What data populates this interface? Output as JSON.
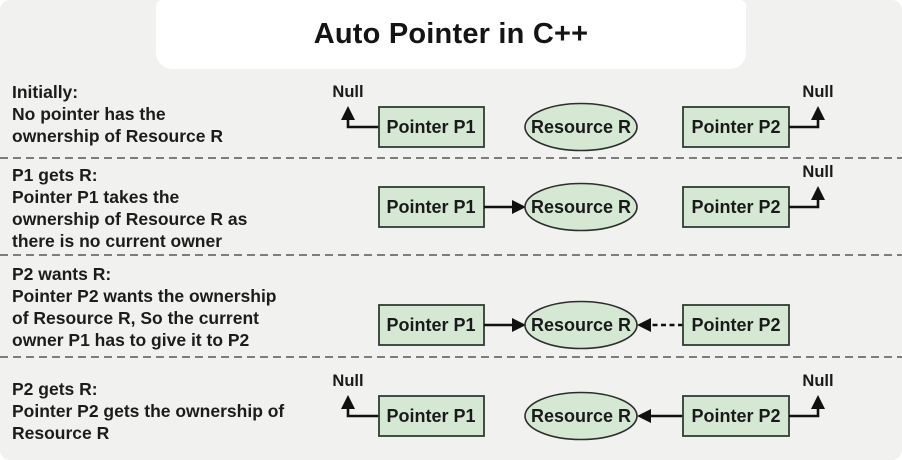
{
  "title": "Auto Pointer in C++",
  "shapes": {
    "pointer_p1": "Pointer P1",
    "pointer_p2": "Pointer P2",
    "resource": "Resource R",
    "null_label": "Null"
  },
  "rows": [
    {
      "lines": [
        "Initially:",
        "No pointer has the",
        "ownership of Resource R"
      ],
      "diagram": {
        "p1": "points to Null",
        "p2": "points to Null",
        "arrows": []
      }
    },
    {
      "lines": [
        "P1 gets R:",
        "Pointer P1 takes the",
        "ownership of Resource R as",
        "there is no current owner"
      ],
      "diagram": {
        "p1": "points to Resource R",
        "p2": "points to Null",
        "arrows": [
          {
            "from": "p1",
            "to": "resource",
            "style": "solid"
          }
        ]
      }
    },
    {
      "lines": [
        "P2 wants R:",
        "Pointer P2 wants the ownership",
        "of Resource R, So the current",
        "owner P1 has to give it to P2"
      ],
      "diagram": {
        "p1": "points to Resource R",
        "p2": "requests Resource R",
        "arrows": [
          {
            "from": "p1",
            "to": "resource",
            "style": "solid"
          },
          {
            "from": "p2",
            "to": "resource",
            "style": "dashed"
          }
        ]
      }
    },
    {
      "lines": [
        "P2 gets R:",
        "Pointer P2 gets the ownership of",
        "Resource R"
      ],
      "diagram": {
        "p1": "points to Null",
        "p2": "points to Resource R",
        "arrows": [
          {
            "from": "p2",
            "to": "resource",
            "style": "solid"
          }
        ]
      }
    }
  ],
  "colors": {
    "background": "#f1f1f0",
    "title_card": "#ffffff",
    "node_fill": "#d5e8d4",
    "node_stroke": "#333a33",
    "arrow": "#111111",
    "separator": "#7d7d7d",
    "text": "#1c1c1c"
  }
}
